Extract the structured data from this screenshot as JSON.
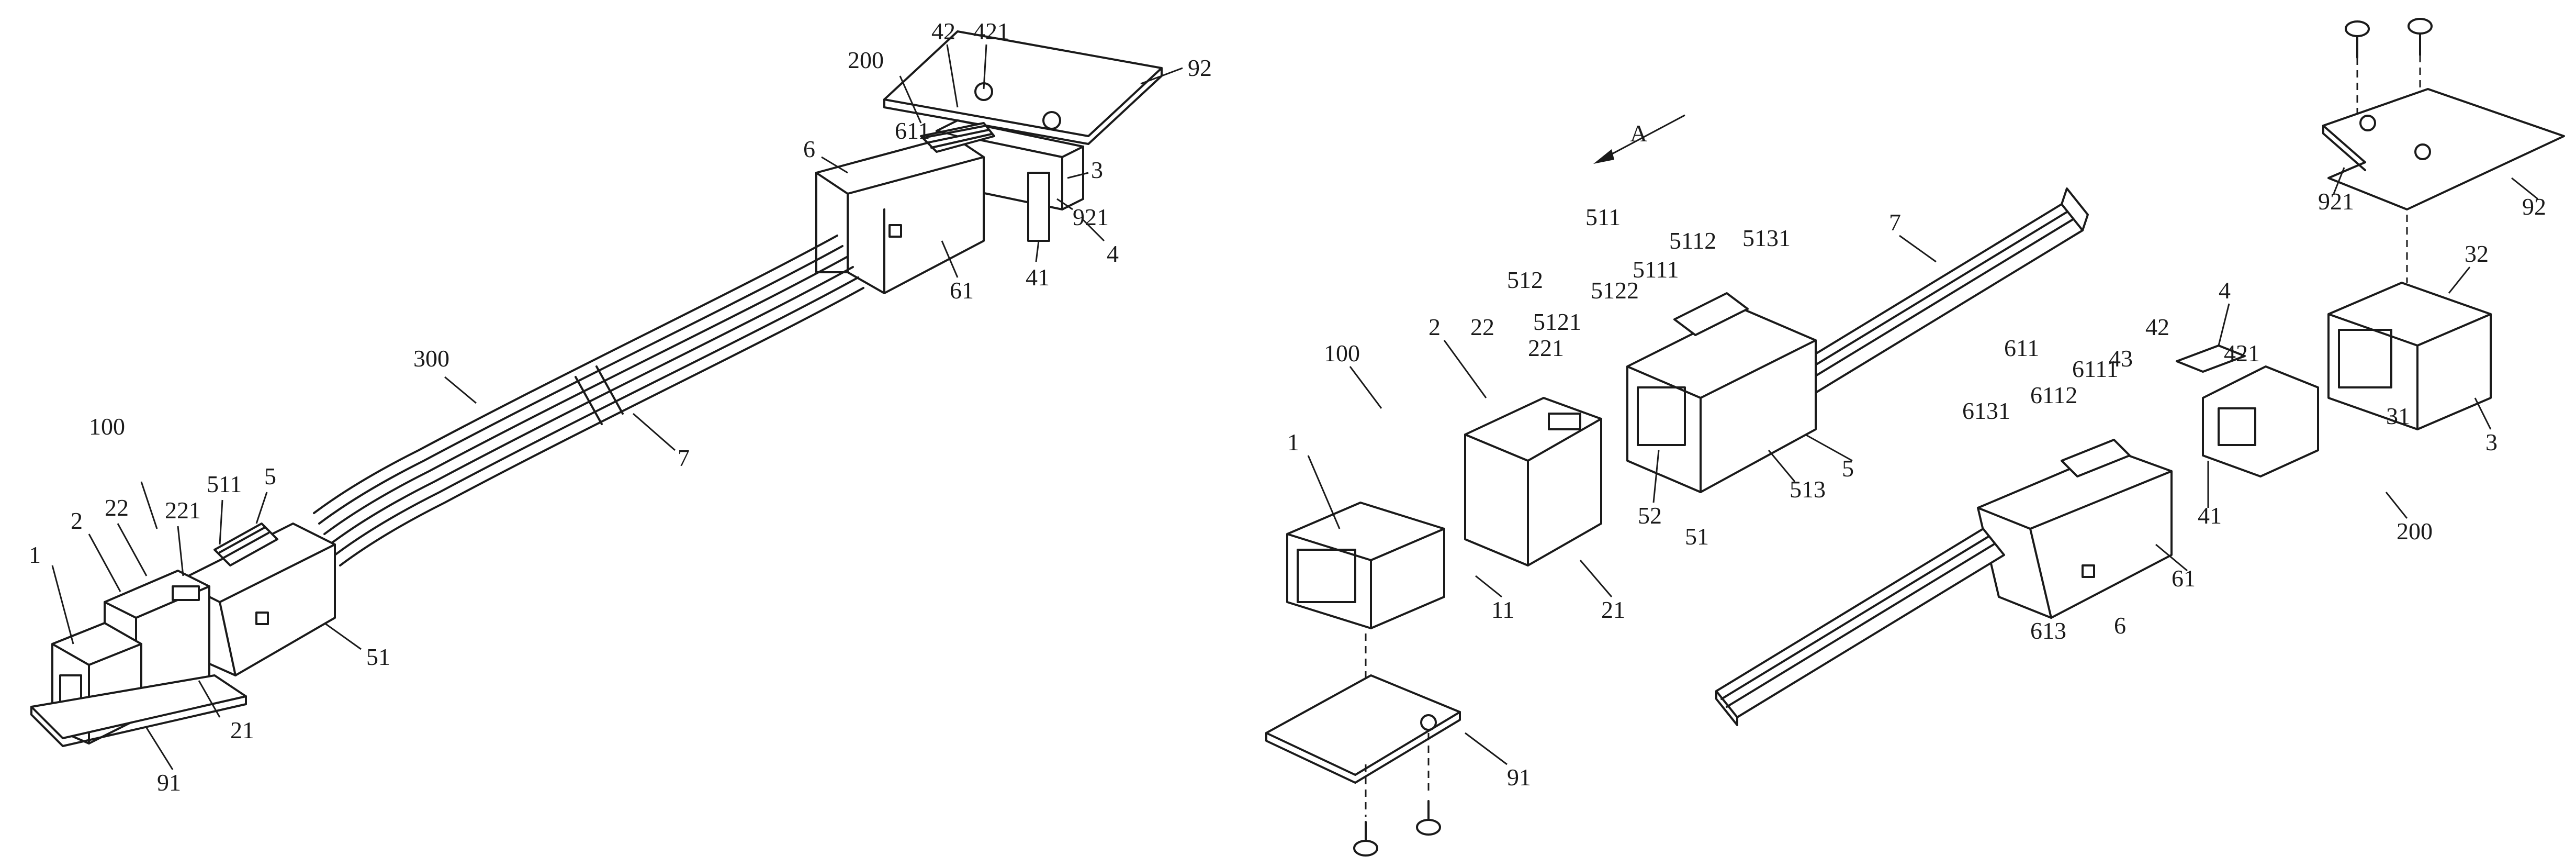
{
  "left_assembly": {
    "labels": {
      "n200": "200",
      "n42": "42",
      "n421": "421",
      "n92": "92",
      "n611": "611",
      "n6": "6",
      "n3": "3",
      "n921": "921",
      "n61": "61",
      "n41": "41",
      "n4": "4",
      "n300": "300",
      "n7": "7",
      "n100": "100",
      "n2": "2",
      "n22": "22",
      "n221": "221",
      "n511": "511",
      "n5": "5",
      "n1": "1",
      "n51": "51",
      "n21": "21",
      "n91": "91"
    }
  },
  "right_assembly": {
    "labels": {
      "A": "A",
      "n7": "7",
      "n511": "511",
      "n5112": "5112",
      "n5131": "5131",
      "n512": "512",
      "n5111": "5111",
      "n5122": "5122",
      "n5121": "5121",
      "n22": "22",
      "n221": "221",
      "n2": "2",
      "n100": "100",
      "n1": "1",
      "n52": "52",
      "n51": "51",
      "n513": "513",
      "n5": "5",
      "n11": "11",
      "n21": "21",
      "n91": "91",
      "n4": "4",
      "n42": "42",
      "n421": "421",
      "n43": "43",
      "n611": "611",
      "n6111": "6111",
      "n6112": "6112",
      "n6131": "6131",
      "n41": "41",
      "n613": "613",
      "n6": "6",
      "n61": "61",
      "n200": "200",
      "n3": "3",
      "n31": "31",
      "n32": "32",
      "n921": "921",
      "n92": "92"
    }
  }
}
